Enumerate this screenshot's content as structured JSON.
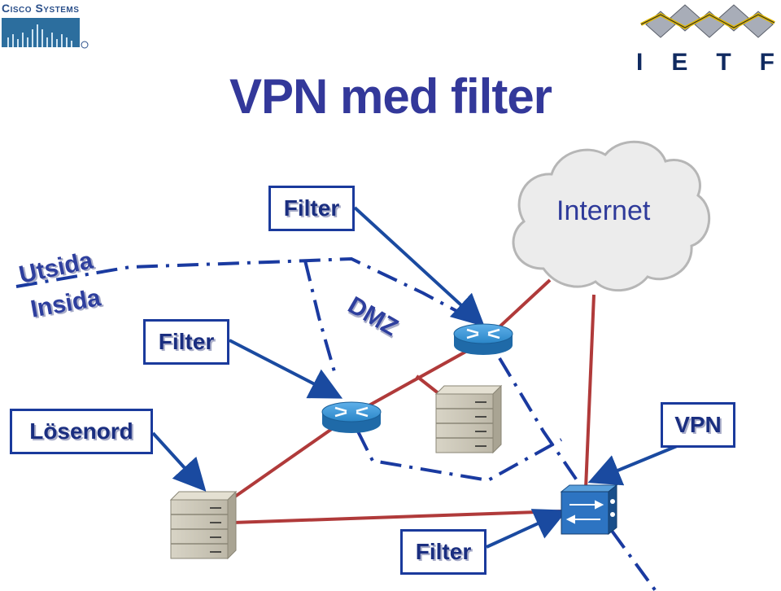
{
  "title": "VPN med filter",
  "logos": {
    "cisco": {
      "text": "Cisco Systems"
    },
    "ietf": {
      "letters": [
        "I",
        "E",
        "T",
        "F"
      ]
    }
  },
  "zones": {
    "outside": "Utsida",
    "inside": "Insida",
    "dmz": "DMZ"
  },
  "cloud": {
    "label": "Internet",
    "icon": "cloud-icon"
  },
  "labels": {
    "filter_top": "Filter",
    "filter_left": "Filter",
    "filter_bottom": "Filter",
    "password": "Lösenord",
    "vpn": "VPN"
  },
  "devices": {
    "router_dmz": "router-icon",
    "router_inside": "router-icon",
    "server_dmz": "server-icon",
    "server_inside": "server-icon",
    "vpn_gateway": "vpn-concentrator-icon"
  },
  "colors": {
    "title": "#33389a",
    "box_border": "#1a3a9c",
    "link": "#b03a3a",
    "arrow": "#1a4aa0",
    "router": "#2b7fc4"
  }
}
